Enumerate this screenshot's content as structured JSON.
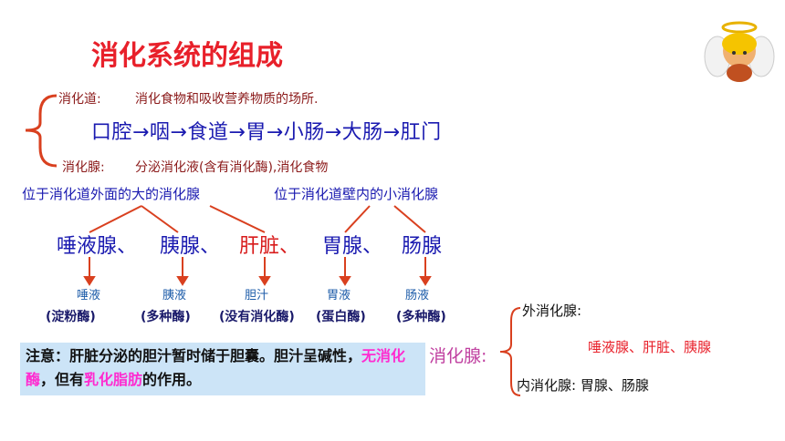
{
  "title": "消化系统的组成",
  "digestive_tract": {
    "label": "消化道:",
    "desc": "消化食物和吸收营养物质的场所.",
    "flow": "口腔→咽→食道→胃→小肠→大肠→肛门"
  },
  "digestive_gland": {
    "label": "消化腺:",
    "desc": "分泌消化液(含有消化酶),消化食物"
  },
  "gland_types": {
    "outer": "位于消化道外面的大的消化腺",
    "inner": "位于消化道壁内的小消化腺"
  },
  "glands": [
    {
      "name": "唾液腺、",
      "juice": "唾液",
      "enzyme": "(淀粉酶)"
    },
    {
      "name": "胰腺、",
      "juice": "胰液",
      "enzyme": "(多种酶)"
    },
    {
      "name": "肝脏、",
      "juice": "胆汁",
      "enzyme": "(没有消化酶)"
    },
    {
      "name": "胃腺、",
      "juice": "胃液",
      "enzyme": "(蛋白酶)"
    },
    {
      "name": "肠腺",
      "juice": "肠液",
      "enzyme": "(多种酶)"
    }
  ],
  "note": {
    "p1": "注意：肝脏分泌的胆汁暂时储于胆囊。胆汁呈碱性，",
    "hl1": "无消化酶",
    "p2": "，但有",
    "hl2": "乳化脂肪",
    "p3": "的作用。"
  },
  "classification": {
    "label": "消化腺:",
    "outer_label": "外消化腺:",
    "outer_items": "唾液腺、肝脏、胰腺",
    "inner_label": "内消化腺: 胃腺、肠腺"
  },
  "colors": {
    "title": "#e8202a",
    "blue": "#1a1ab0",
    "dark_red": "#8b1a1a",
    "note_bg": "#cce4f7",
    "highlight": "#ff2bd0"
  }
}
